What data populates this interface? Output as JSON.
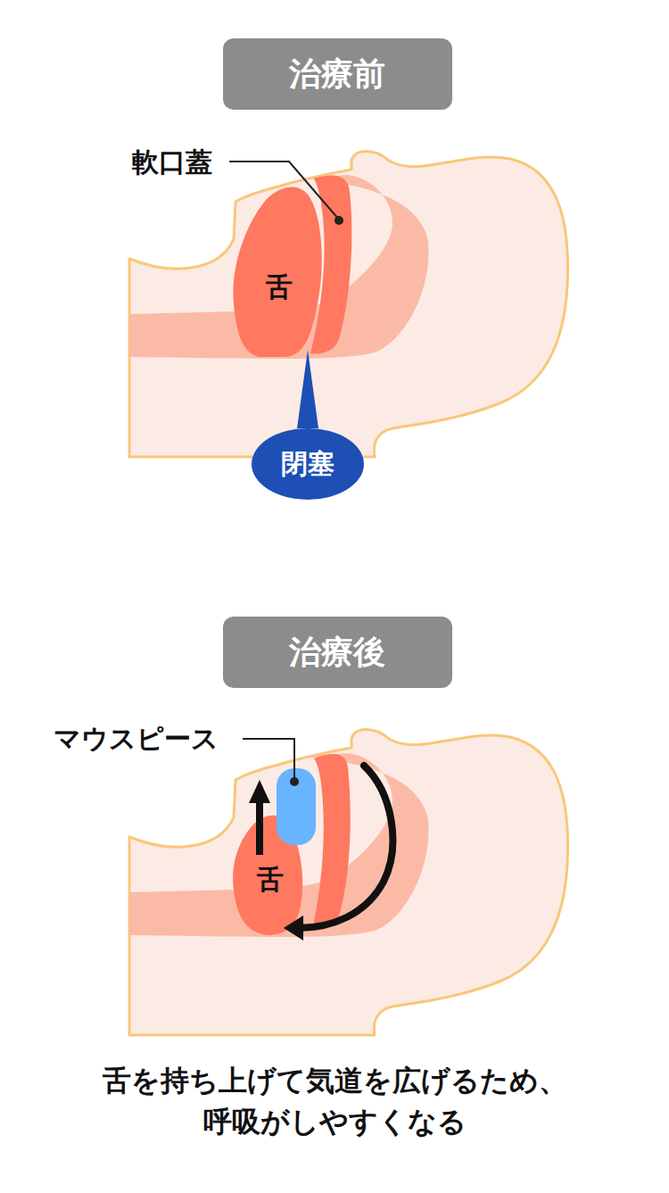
{
  "diagram": {
    "caption": "舌を持ち上げて気道を広げるため、 呼吸がしやすくなる",
    "nodes": [
      {
        "text": [
          "治療前"
        ]
      },
      {
        "text": [
          "閉塞"
        ]
      },
      {
        "text": [
          "治療後"
        ]
      }
    ],
    "labels": [
      "軟口蓋",
      "舌",
      "マウスピース",
      "舌"
    ]
  }
}
